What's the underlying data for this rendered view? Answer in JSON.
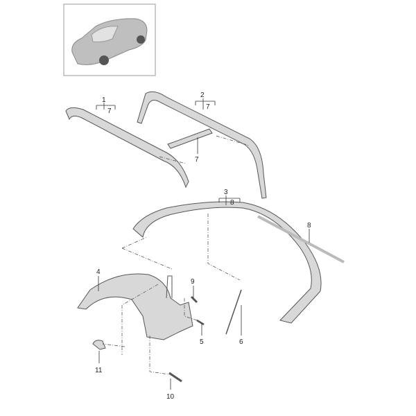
{
  "thumbnail": {
    "alt_icon": "car-thumbnail-icon"
  },
  "callouts": [
    {
      "id": "1",
      "label": "1",
      "sub": "7"
    },
    {
      "id": "2",
      "label": "2",
      "sub": "7"
    },
    {
      "id": "7",
      "label": "7"
    },
    {
      "id": "3",
      "label": "3",
      "sub": "8"
    },
    {
      "id": "8",
      "label": "8"
    },
    {
      "id": "4",
      "label": "4"
    },
    {
      "id": "9",
      "label": "9"
    },
    {
      "id": "5",
      "label": "5"
    },
    {
      "id": "6",
      "label": "6"
    },
    {
      "id": "11",
      "label": "11"
    },
    {
      "id": "10",
      "label": "10"
    }
  ],
  "colors": {
    "part": "#d8d8d8",
    "line": "#333333",
    "frame": "#aaaaaa"
  }
}
